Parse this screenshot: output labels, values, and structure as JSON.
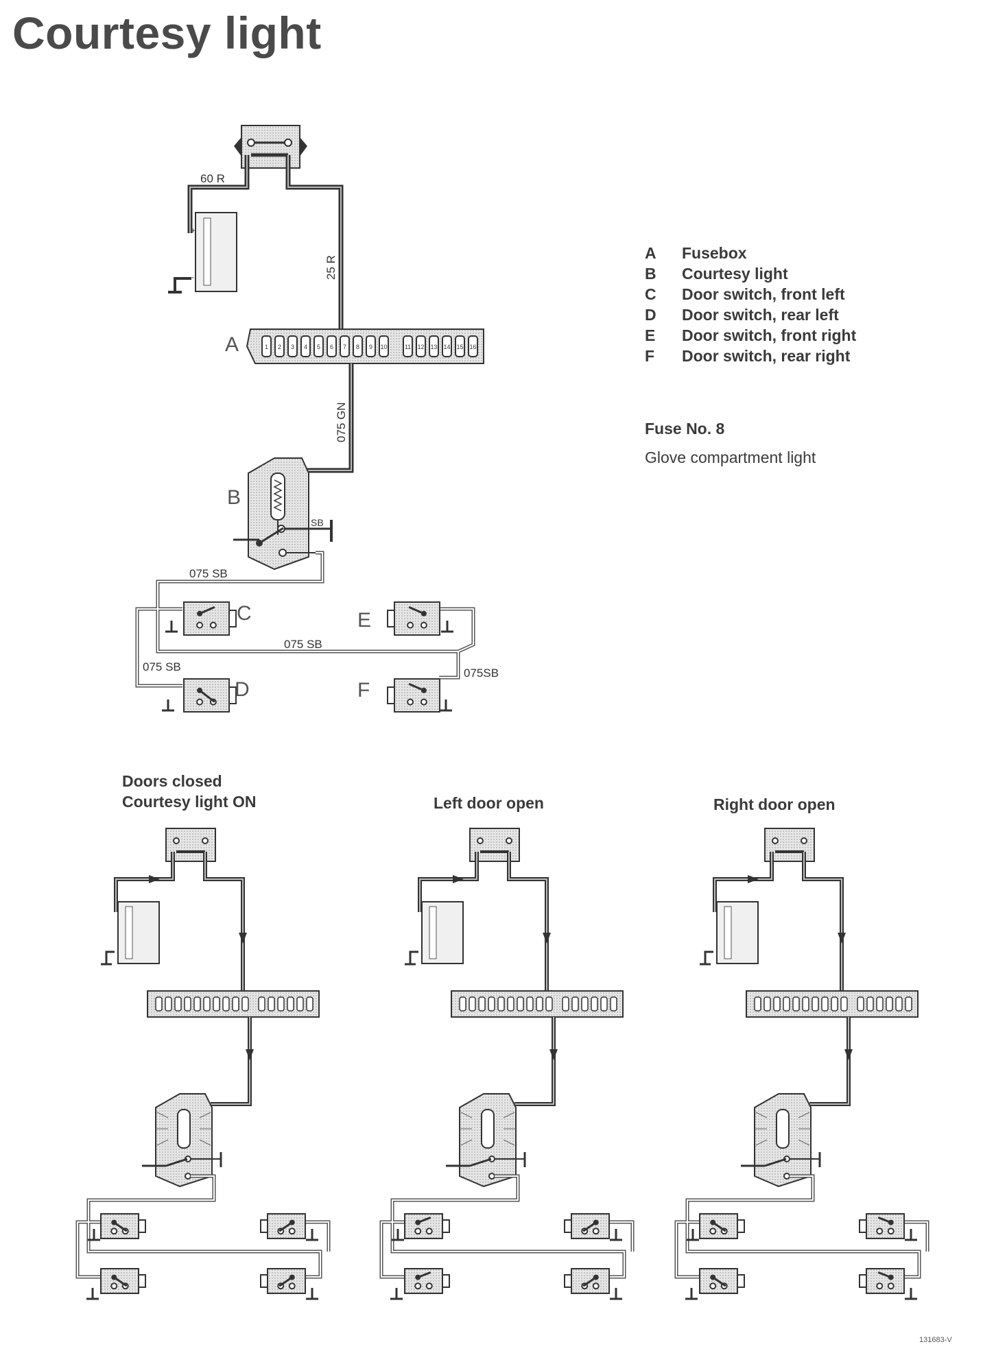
{
  "page": {
    "title": "Courtesy light"
  },
  "legend": [
    {
      "key": "A",
      "label": "Fusebox"
    },
    {
      "key": "B",
      "label": "Courtesy light"
    },
    {
      "key": "C",
      "label": "Door switch, front left"
    },
    {
      "key": "D",
      "label": "Door switch, rear left"
    },
    {
      "key": "E",
      "label": "Door switch, front right"
    },
    {
      "key": "F",
      "label": "Door switch, rear right"
    }
  ],
  "fuse": {
    "title": "Fuse No. 8",
    "description": "Glove compartment light"
  },
  "main_diagram": {
    "component_labels": [
      "A",
      "B",
      "C",
      "D",
      "E",
      "F"
    ],
    "wire_labels": [
      "60 R",
      "25 R",
      "075 GN",
      "SB",
      "075 SB",
      "075 SB",
      "075 SB",
      "075SB"
    ],
    "battery_terminals": [
      "+",
      "-"
    ],
    "fuse_numbers": [
      "1",
      "2",
      "3",
      "4",
      "5",
      "6",
      "7",
      "8",
      "9",
      "10",
      "11",
      "12",
      "13",
      "14",
      "15",
      "16"
    ]
  },
  "states": [
    {
      "caption_line1": "Doors closed",
      "caption_line2": "Courtesy light ON"
    },
    {
      "caption_line1": "Left door open",
      "caption_line2": ""
    },
    {
      "caption_line1": "Right door open",
      "caption_line2": ""
    }
  ],
  "figure_ref": "131683-V"
}
